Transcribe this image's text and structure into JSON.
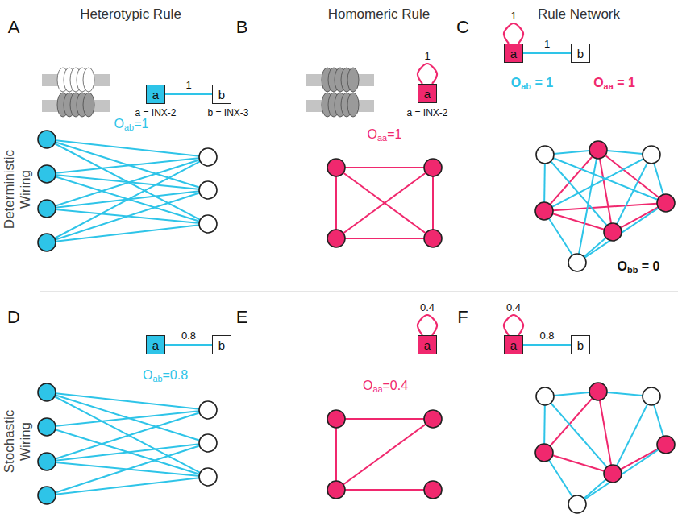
{
  "diagram": {
    "nodes": [
      {
        "text": [
          "a"
        ]
      },
      {
        "text": [
          "b"
        ]
      },
      {
        "text": [
          "a"
        ]
      },
      {
        "text": [
          "a"
        ]
      },
      {
        "text": [
          "b"
        ]
      },
      {
        "text": [
          "a"
        ]
      },
      {
        "text": [
          "b"
        ]
      },
      {
        "text": [
          "a"
        ]
      },
      {
        "text": [
          "a"
        ]
      },
      {
        "text": [
          "b"
        ]
      }
    ],
    "edges": [
      {
        "from": 0,
        "to": 1,
        "arrow": "none",
        "label": "1"
      },
      {
        "from": 2,
        "to": 2,
        "arrow": "none",
        "label": "1"
      },
      {
        "from": 3,
        "to": 3,
        "arrow": "none",
        "label": "1"
      },
      {
        "from": 3,
        "to": 4,
        "arrow": "none",
        "label": "1"
      },
      {
        "from": 5,
        "to": 6,
        "arrow": "none",
        "label": "0.8"
      },
      {
        "from": 7,
        "to": 7,
        "arrow": "none",
        "label": "0.4"
      },
      {
        "from": 8,
        "to": 8,
        "arrow": "none",
        "label": "0.4"
      },
      {
        "from": 8,
        "to": 9,
        "arrow": "none",
        "label": "0.8"
      }
    ],
    "labels": [
      "A",
      "Heterotypic Rule",
      "B",
      "Homomeric Rule",
      "C",
      "Rule Network",
      "Deterministic Wiring",
      "a = INX-2",
      "b = INX-3",
      "a = INX-2",
      "Oab=1",
      "Oaa=1",
      "Oab = 1",
      "Oaa = 1",
      "Obb = 0",
      "D",
      "E",
      "F",
      "Stochastic Wiring",
      "Oab=0.8",
      "Oaa=0.4"
    ]
  }
}
